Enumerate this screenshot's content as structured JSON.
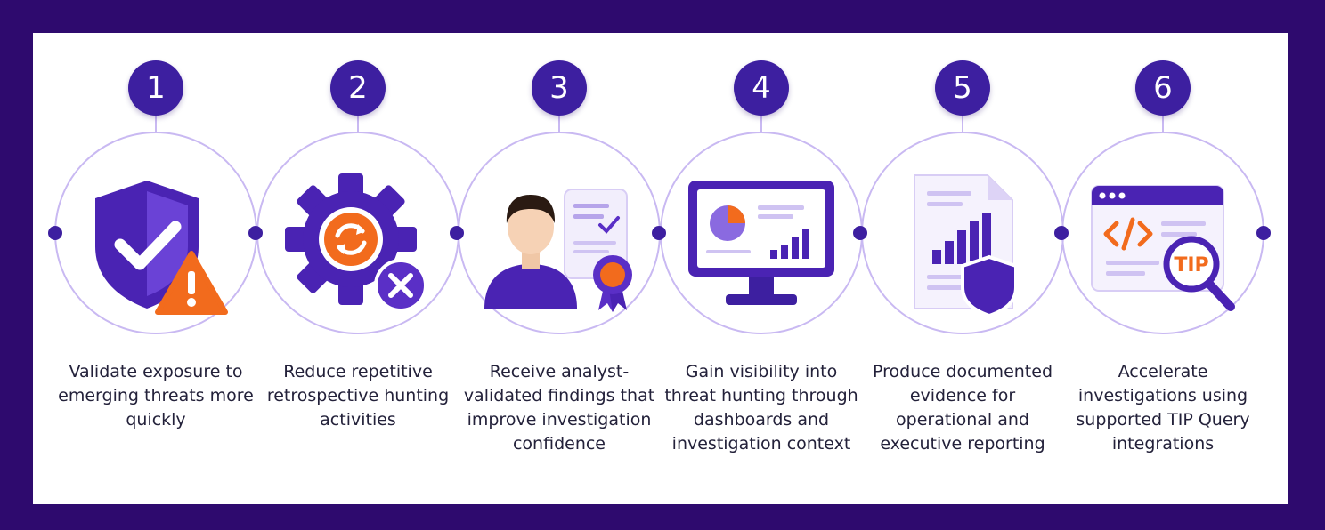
{
  "steps": [
    {
      "number": "1",
      "text": "Validate exposure to emerging threats more quickly",
      "icon": "shield-check-warning-icon"
    },
    {
      "number": "2",
      "text": "Reduce repetitive retrospective hunting activities",
      "icon": "gear-refresh-cancel-icon"
    },
    {
      "number": "3",
      "text": "Receive analyst-validated findings that improve investigation confidence",
      "icon": "analyst-certificate-icon"
    },
    {
      "number": "4",
      "text": "Gain visibility into threat hunting through dashboards and investigation context",
      "icon": "dashboard-monitor-icon"
    },
    {
      "number": "5",
      "text": "Produce documented evidence for operational and executive reporting",
      "icon": "report-document-shield-icon"
    },
    {
      "number": "6",
      "text": "Accelerate investigations using supported TIP Query integrations",
      "icon": "code-window-tip-magnifier-icon"
    }
  ],
  "tip_label": "TIP",
  "colors": {
    "background": "#2e0a6e",
    "panel": "#ffffff",
    "primary": "#3d1fa0",
    "accent": "#f26b1d",
    "text": "#23213a"
  }
}
